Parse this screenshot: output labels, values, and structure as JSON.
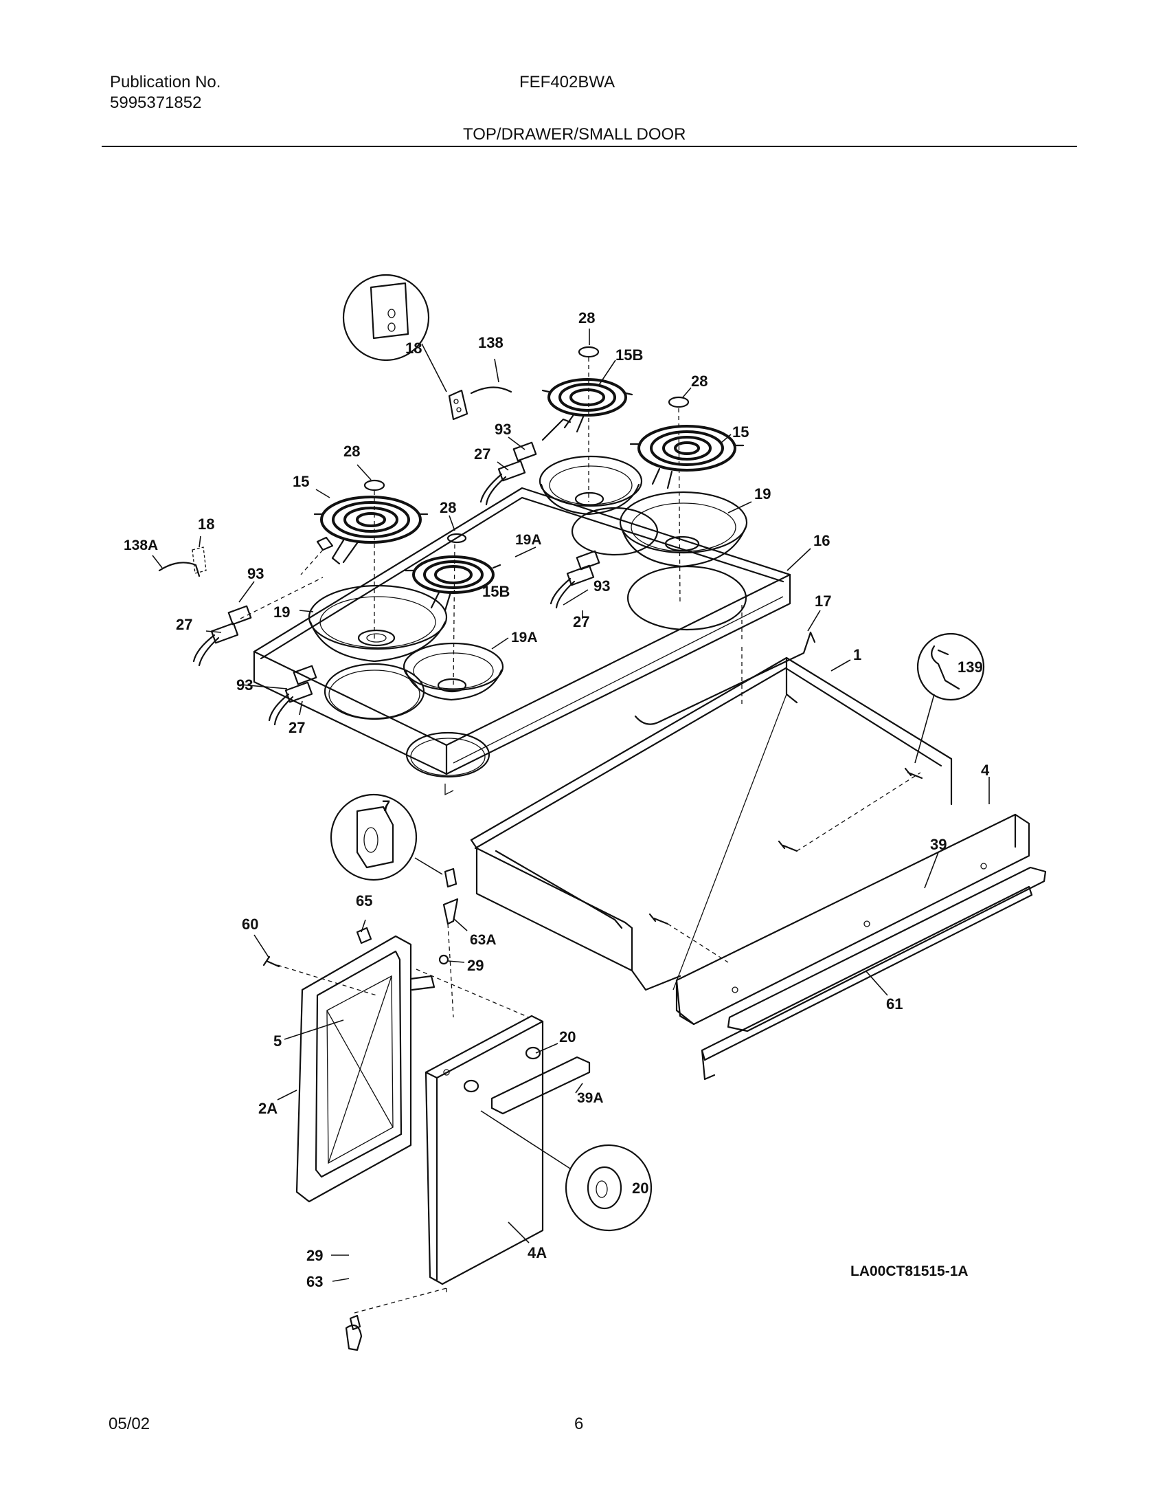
{
  "header": {
    "publication_label": "Publication No.",
    "publication_number": "5995371852",
    "model": "FEF402BWA",
    "section_title": "TOP/DRAWER/SMALL DOOR"
  },
  "diagram": {
    "drawing_code": "LA00CT81515-1A",
    "callouts": {
      "c18_inset": "18",
      "c138_top": "138",
      "c28_a": "28",
      "c15b_a": "15B",
      "c28_b": "28",
      "c93_a": "93",
      "c27_a": "27",
      "c15_right": "15",
      "c28_c": "28",
      "c15_left": "15",
      "c19_right": "19",
      "c138a": "138A",
      "c18_left": "18",
      "c28_d": "28",
      "c19a_a": "19A",
      "c16": "16",
      "c93_b": "93",
      "c27_b": "27",
      "c15b_b": "15B",
      "c93_c": "93",
      "c27_c": "27",
      "c19_left": "19",
      "c17": "17",
      "c19a_b": "19A",
      "c1": "1",
      "c139": "139",
      "c93_d": "93",
      "c27_d": "27",
      "c4": "4",
      "c7": "7",
      "c39": "39",
      "c65": "65",
      "c60": "60",
      "c63a": "63A",
      "c29_a": "29",
      "c61": "61",
      "c5": "5",
      "c20_a": "20",
      "c39a": "39A",
      "c2a": "2A",
      "c20_inset": "20",
      "c4a": "4A",
      "c29_b": "29",
      "c63": "63"
    }
  },
  "footer": {
    "date": "05/02",
    "page": "6"
  }
}
